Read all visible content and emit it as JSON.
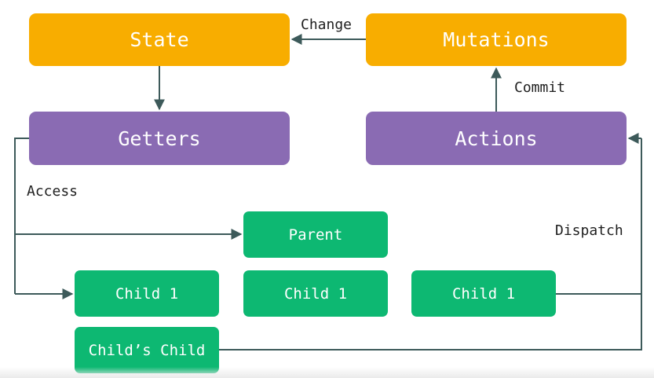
{
  "colors": {
    "vuex_store": "#f8ad00",
    "getters_actions": "#8a6bb3",
    "component": "#0db872",
    "arrow": "#3d5a5a",
    "text_on_box": "#ffffff"
  },
  "nodes": {
    "state": "State",
    "mutations": "Mutations",
    "getters": "Getters",
    "actions": "Actions",
    "parent": "Parent",
    "child1_left": "Child 1",
    "child1_mid": "Child 1",
    "child1_right": "Child 1",
    "childs_child": "Child’s Child"
  },
  "edges": {
    "change": "Change",
    "commit": "Commit",
    "access": "Access",
    "dispatch": "Dispatch"
  }
}
